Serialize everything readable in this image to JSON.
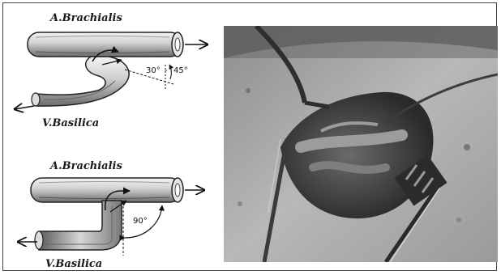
{
  "panel_a": {
    "artery_label": "A.Brachialis",
    "vein_label": "V.Basilica",
    "angle_from": "30°",
    "angle_sep": "-",
    "angle_to": "45°"
  },
  "panel_b": {
    "artery_label": "A.Brachialis",
    "vein_label": "V.Basilica",
    "angle": "90°"
  }
}
